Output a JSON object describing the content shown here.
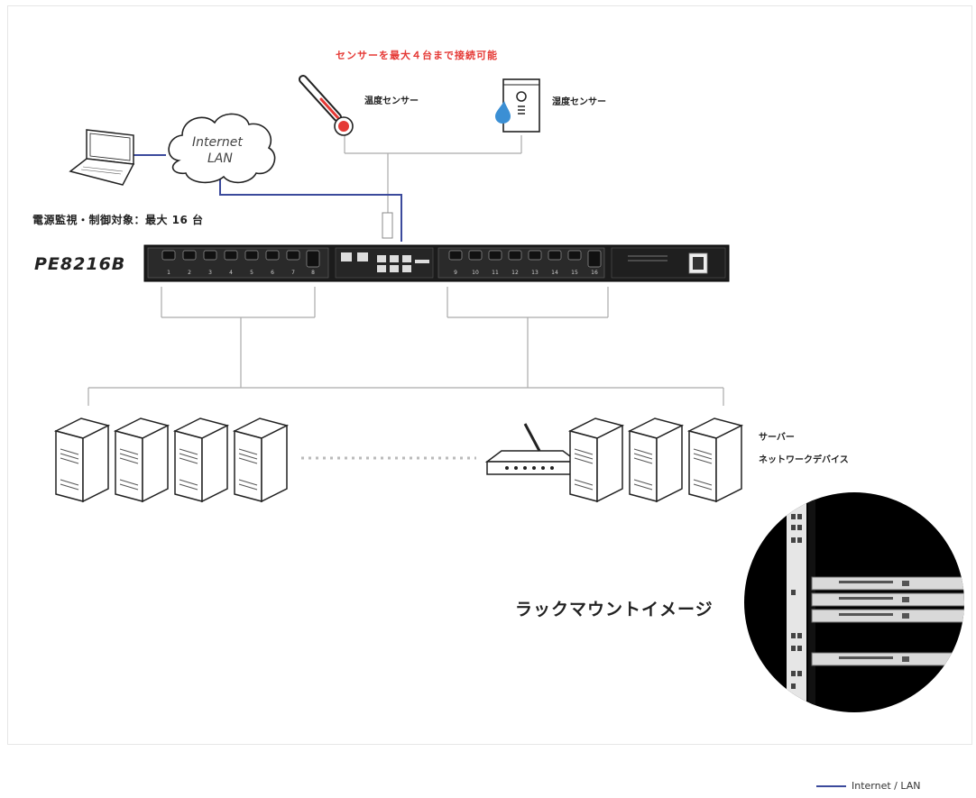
{
  "header": {
    "sensor_note": "センサーを最大４台まで接続可能"
  },
  "sensors": {
    "temperature_label": "温度センサー",
    "humidity_label": "湿度センサー"
  },
  "cloud": {
    "line1": "Internet",
    "line2": "LAN"
  },
  "monitor_note": "電源監視・制御対象：最大 16 台",
  "pdu": {
    "model": "PE8216B",
    "outlets_left": [
      "1",
      "2",
      "3",
      "4",
      "5",
      "6",
      "7",
      "8"
    ],
    "outlets_right": [
      "9",
      "10",
      "11",
      "12",
      "13",
      "14",
      "15",
      "16"
    ]
  },
  "devices": {
    "line1": "サーバー",
    "line2": "ネットワークデバイス"
  },
  "rack": {
    "label": "ラックマウントイメージ"
  },
  "legend": {
    "label": "Internet / LAN",
    "color": "#3b4a9c"
  },
  "colors": {
    "connector": "#aaaaaa",
    "lan": "#3b4a9c",
    "alert": "#e53935"
  }
}
